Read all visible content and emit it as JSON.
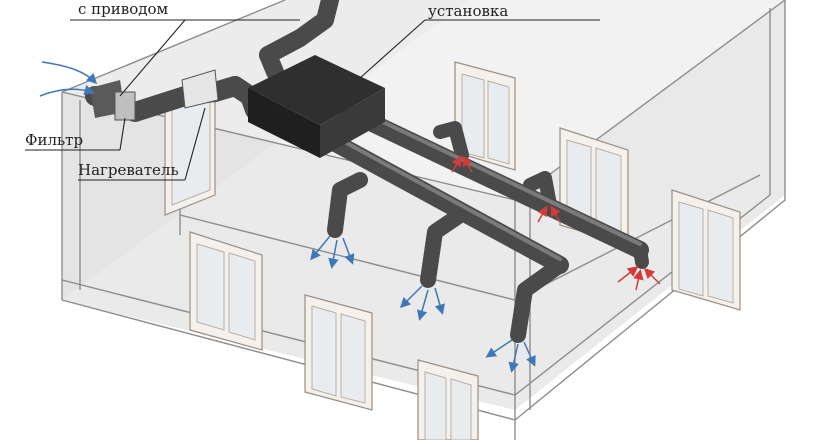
{
  "labels": {
    "damper": "с приводом",
    "unit": "установка",
    "filter": "Фильтр",
    "heater": "Нагреватель"
  },
  "colors": {
    "supply_air": "#3f78b8",
    "exhaust_air": "#d43a3a",
    "duct": "#4a4a4a"
  }
}
